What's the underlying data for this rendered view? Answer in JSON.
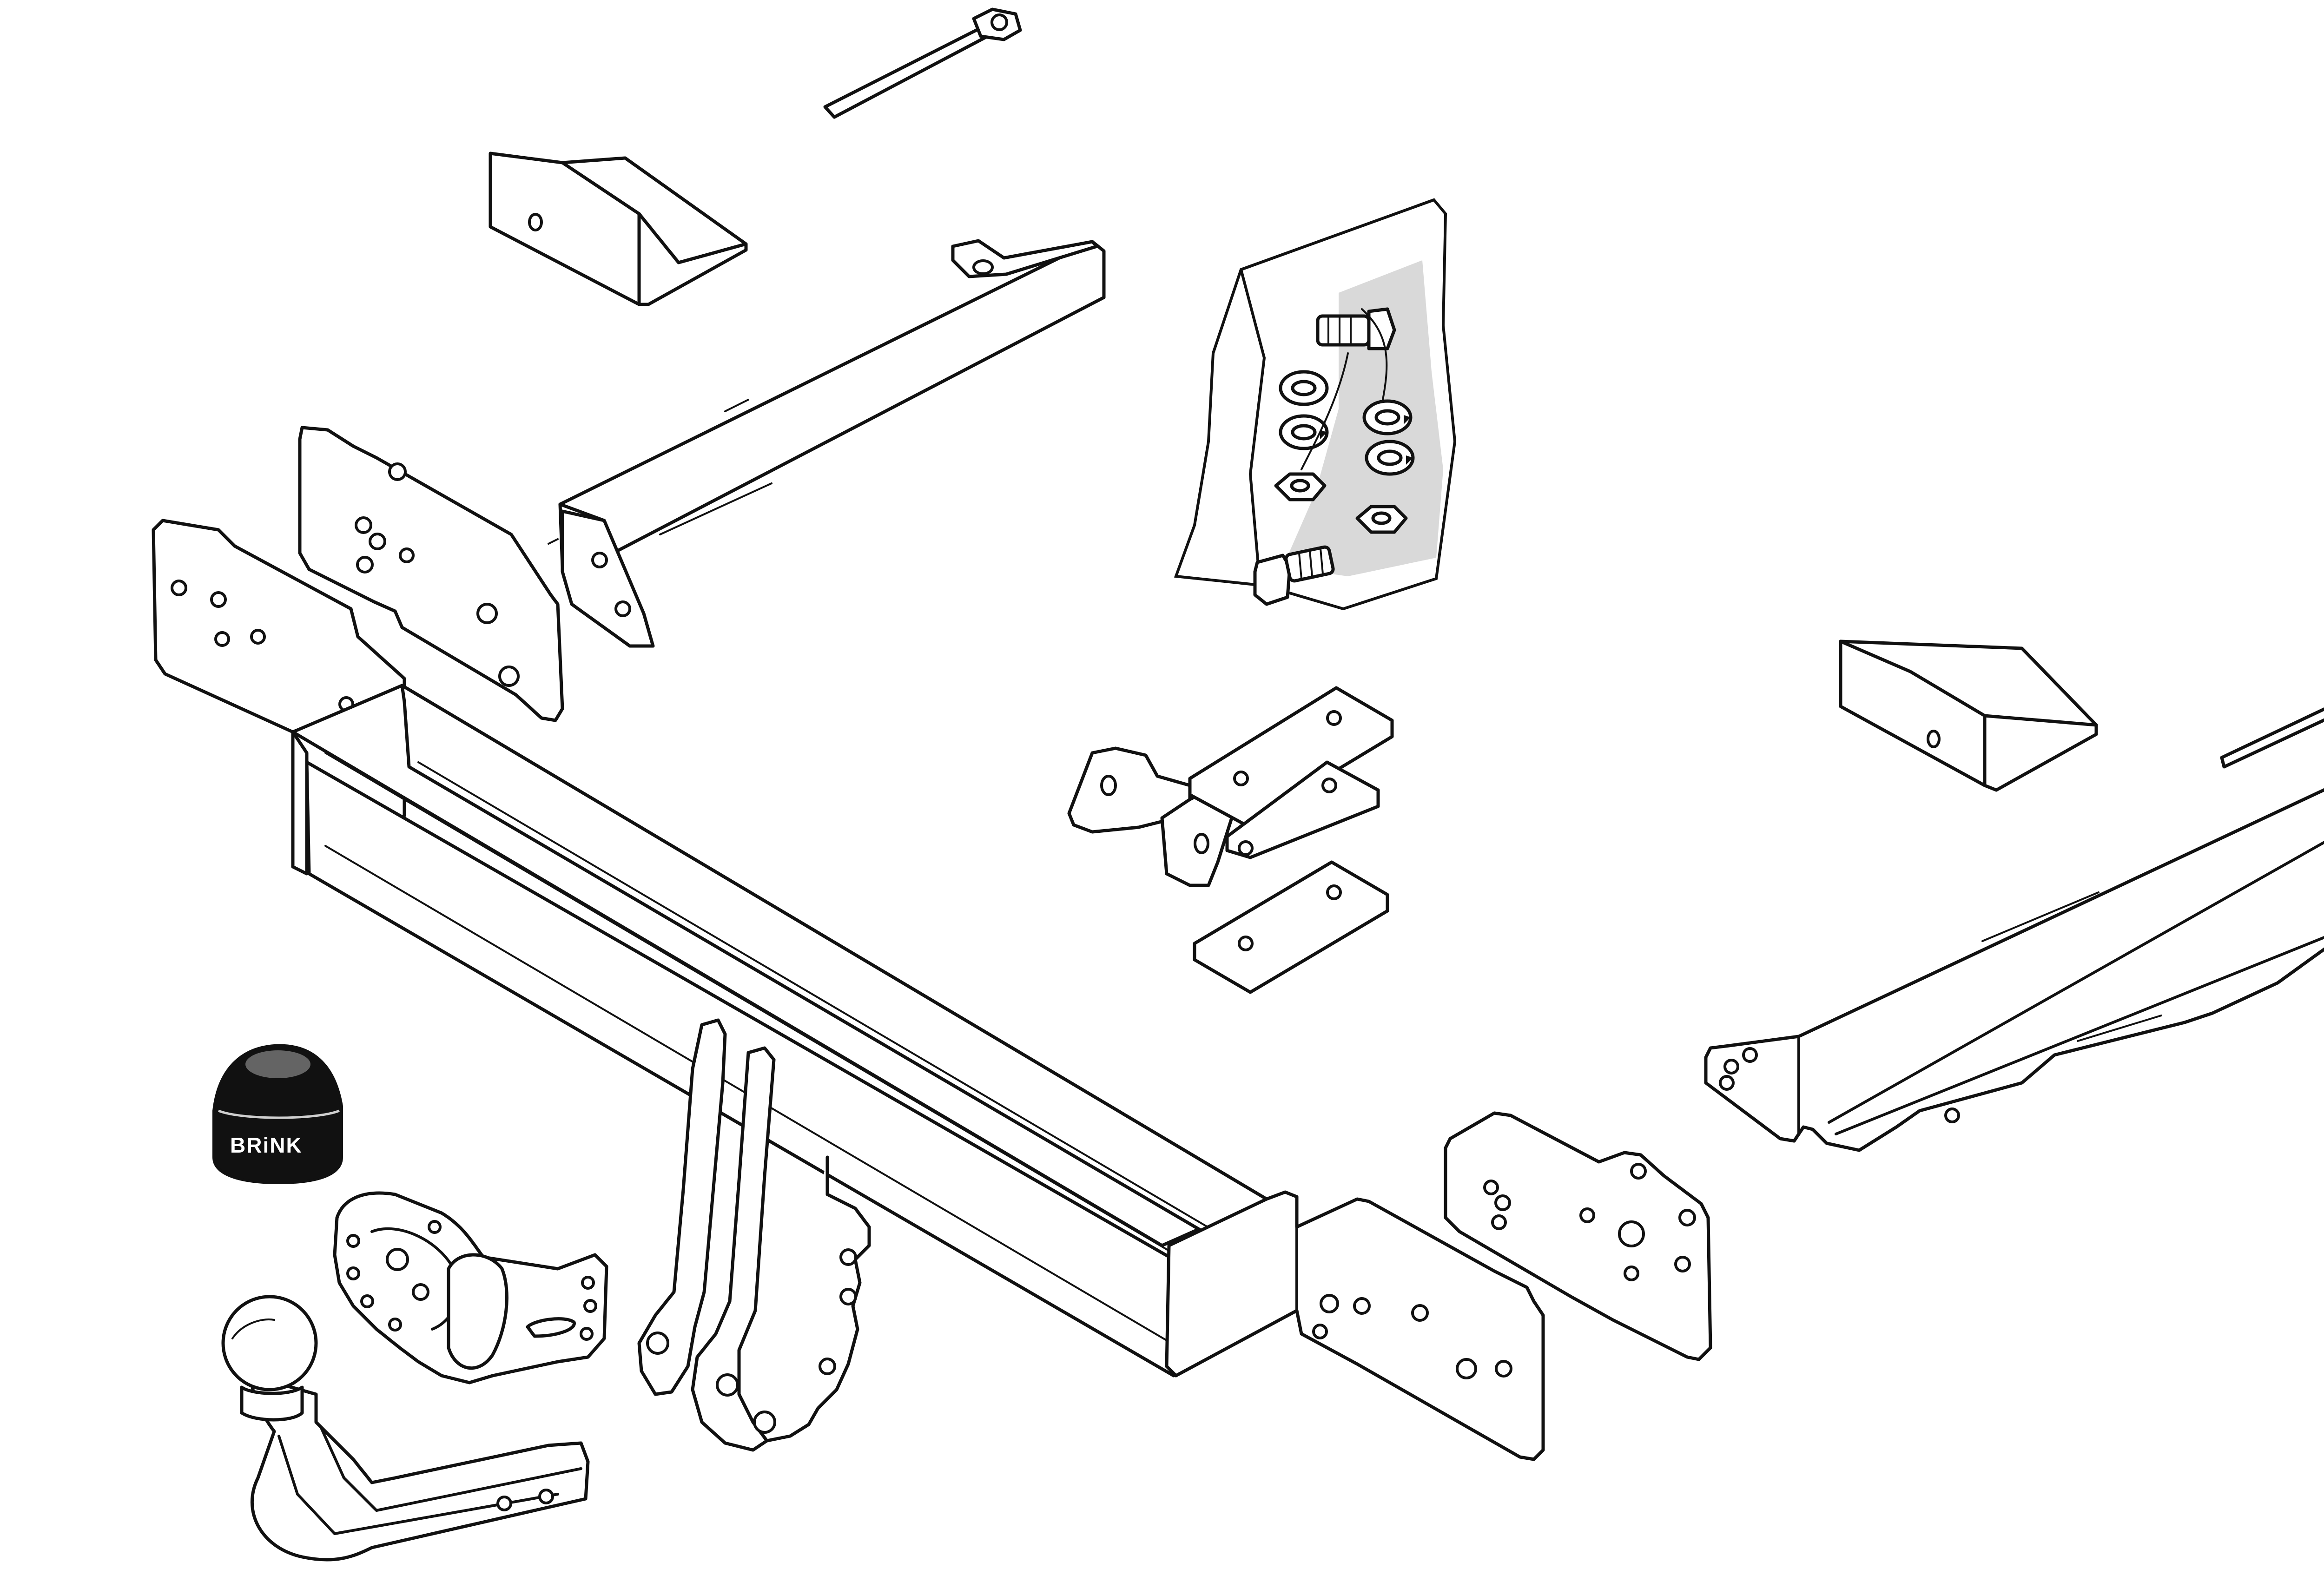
{
  "diagram": {
    "logo_text": "BRiNK",
    "colors": {
      "line": "#111111",
      "background": "#ffffff",
      "bag_shade": "#d9d9d9",
      "cap": "#111111"
    },
    "parts": [
      "cable-tie",
      "spacer-bracket",
      "side-arm",
      "mounting-plate",
      "hardware-bag",
      "crossbar",
      "clamp-bracket",
      "ball-cap",
      "socket-bracket",
      "tow-ball-neck"
    ]
  }
}
